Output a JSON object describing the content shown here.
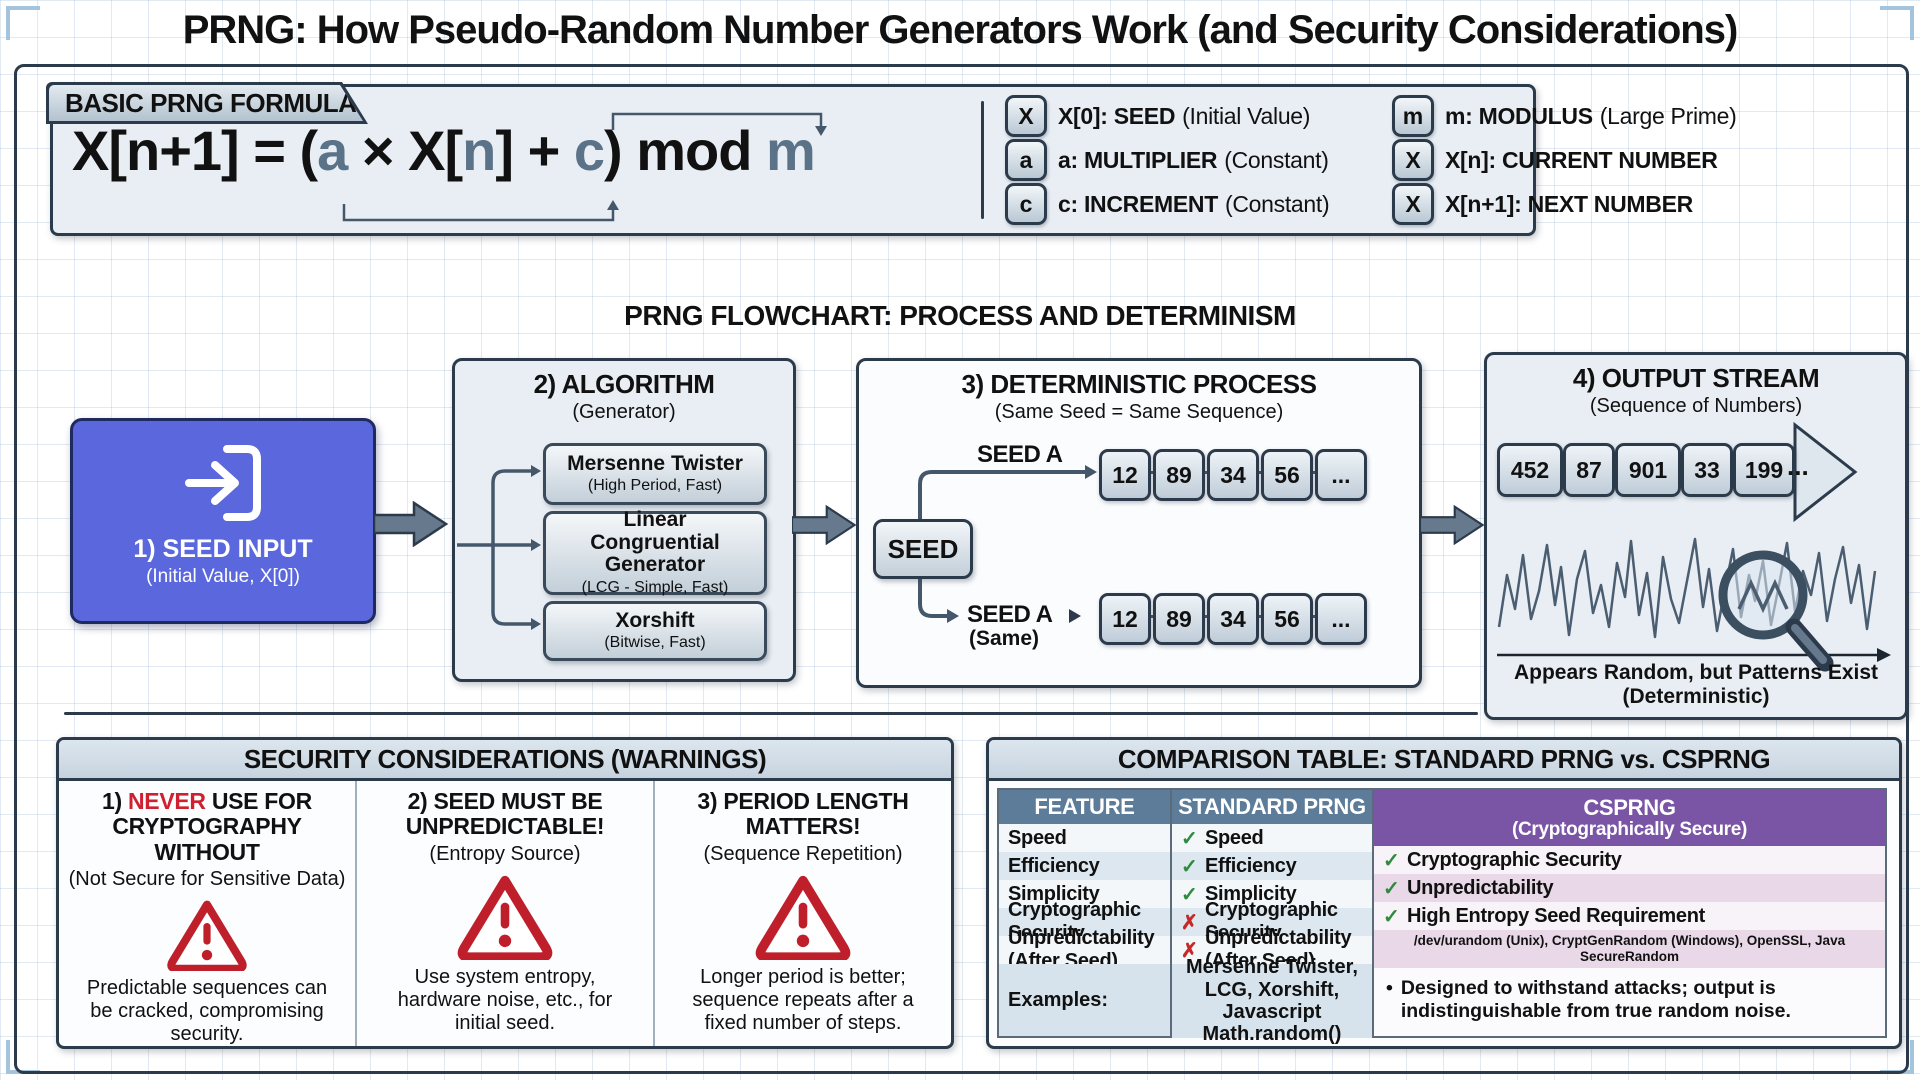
{
  "page": {
    "title": "PRNG: How Pseudo-Random Number Generators Work (and Security Considerations)"
  },
  "colors": {
    "accent_slate": "#5b7389",
    "seed_box_purple": "#5a67dd",
    "table_header_blue": "#5d7c99",
    "csprng_purple": "#7a55a5",
    "check_green": "#2f8a3d",
    "cross_red": "#c62828",
    "warning_red": "#bf1f2b"
  },
  "formula_panel": {
    "header": "BASIC PRNG FORMULA",
    "formula_segments": [
      {
        "text": "X[n+1] = ("
      },
      {
        "text": "a"
      },
      {
        "text": " × X["
      },
      {
        "text": "n"
      },
      {
        "text": "] + "
      },
      {
        "text": "c"
      },
      {
        "text": ") mod "
      },
      {
        "text": "m"
      }
    ],
    "legend": [
      {
        "chip": "X",
        "term": "X[0]: SEED",
        "note": "(Initial Value)"
      },
      {
        "chip": "a",
        "term": "a: MULTIPLIER",
        "note": "(Constant)"
      },
      {
        "chip": "c",
        "term": "c: INCREMENT",
        "note": "(Constant)"
      },
      {
        "chip": "m",
        "term": "m: MODULUS",
        "note": "(Large Prime)"
      },
      {
        "chip": "X",
        "term": "X[n]: CURRENT NUMBER",
        "note": ""
      },
      {
        "chip": "X",
        "term": "X[n+1]: NEXT NUMBER",
        "note": ""
      }
    ]
  },
  "flowchart": {
    "heading": "PRNG FLOWCHART: PROCESS AND DETERMINISM",
    "step1": {
      "title": "1) SEED INPUT",
      "subtitle": "(Initial Value, X[0])"
    },
    "step2": {
      "title": "2) ALGORITHM",
      "subtitle": "(Generator)",
      "algorithms": [
        {
          "name": "Mersenne Twister",
          "desc": "(High Period, Fast)"
        },
        {
          "name": "Linear Congruential Generator",
          "desc": "(LCG - Simple, Fast)"
        },
        {
          "name": "Xorshift",
          "desc": "(Bitwise, Fast)"
        }
      ]
    },
    "step3": {
      "title": "3) DETERMINISTIC PROCESS",
      "subtitle": "(Same Seed = Same Sequence)",
      "seed_label": "SEED",
      "branch_a_label": "SEED A",
      "branch_b_label": "SEED A",
      "branch_b_note": "(Same)",
      "sequence_a": [
        "12",
        "89",
        "34",
        "56",
        "..."
      ],
      "sequence_b": [
        "12",
        "89",
        "34",
        "56",
        "..."
      ]
    },
    "step4": {
      "title": "4) OUTPUT STREAM",
      "subtitle": "(Sequence of Numbers)",
      "stream": [
        "452",
        "87",
        "901",
        "33",
        "199"
      ],
      "ellipsis": "...",
      "caption_line1": "Appears Random, but Patterns Exist",
      "caption_line2": "(Deterministic)"
    }
  },
  "security": {
    "header": "SECURITY CONSIDERATIONS (WARNINGS)",
    "warnings": [
      {
        "title_pre": "1) ",
        "title_red": "NEVER",
        "title_post": " USE FOR CRYPTOGRAPHY WITHOUT",
        "subtitle": "(Not Secure for Sensitive Data)",
        "body": "Predictable sequences can be cracked, compromising security."
      },
      {
        "title_pre": "2) SEED MUST BE UNPREDICTABLE!",
        "title_red": "",
        "title_post": "",
        "subtitle": "(Entropy Source)",
        "body": "Use system entropy, hardware noise, etc., for initial seed."
      },
      {
        "title_pre": "3) PERIOD LENGTH MATTERS!",
        "title_red": "",
        "title_post": "",
        "subtitle": "(Sequence Repetition)",
        "body": "Longer period is better; sequence repeats after a fixed number of steps."
      }
    ]
  },
  "comparison": {
    "header": "COMPARISON TABLE: STANDARD PRNG vs. CSPRNG",
    "columns": {
      "feature": "FEATURE",
      "standard": "STANDARD PRNG",
      "csprng": "CSPRNG",
      "csprng_sub": "(Cryptographically Secure)"
    },
    "feature_rows": [
      "Speed",
      "Efficiency",
      "Simplicity",
      "Cryptographic Security",
      "Unpredictability (After Seed)",
      "Examples:"
    ],
    "standard_rows": [
      {
        "mark": "✓",
        "text": "Speed"
      },
      {
        "mark": "✓",
        "text": "Efficiency"
      },
      {
        "mark": "✓",
        "text": "Simplicity"
      },
      {
        "mark": "✗",
        "text": "Cryptographic Security"
      },
      {
        "mark": "✗",
        "text": "Unpredictability (After Seed)"
      }
    ],
    "standard_examples": "Mersenne Twister, LCG, Xorshift, Javascript Math.random()",
    "csprng_rows": [
      {
        "mark": "✓",
        "text": "Cryptographic Security"
      },
      {
        "mark": "✓",
        "text": "Unpredictability"
      },
      {
        "mark": "✓",
        "text": "High Entropy Seed Requirement"
      }
    ],
    "csprng_examples": "/dev/urandom (Unix), CryptGenRandom (Windows), OpenSSL, Java SecureRandom",
    "csprng_note_bullet": "•",
    "csprng_note": "Designed to withstand attacks; output is indistinguishable from true random noise."
  }
}
